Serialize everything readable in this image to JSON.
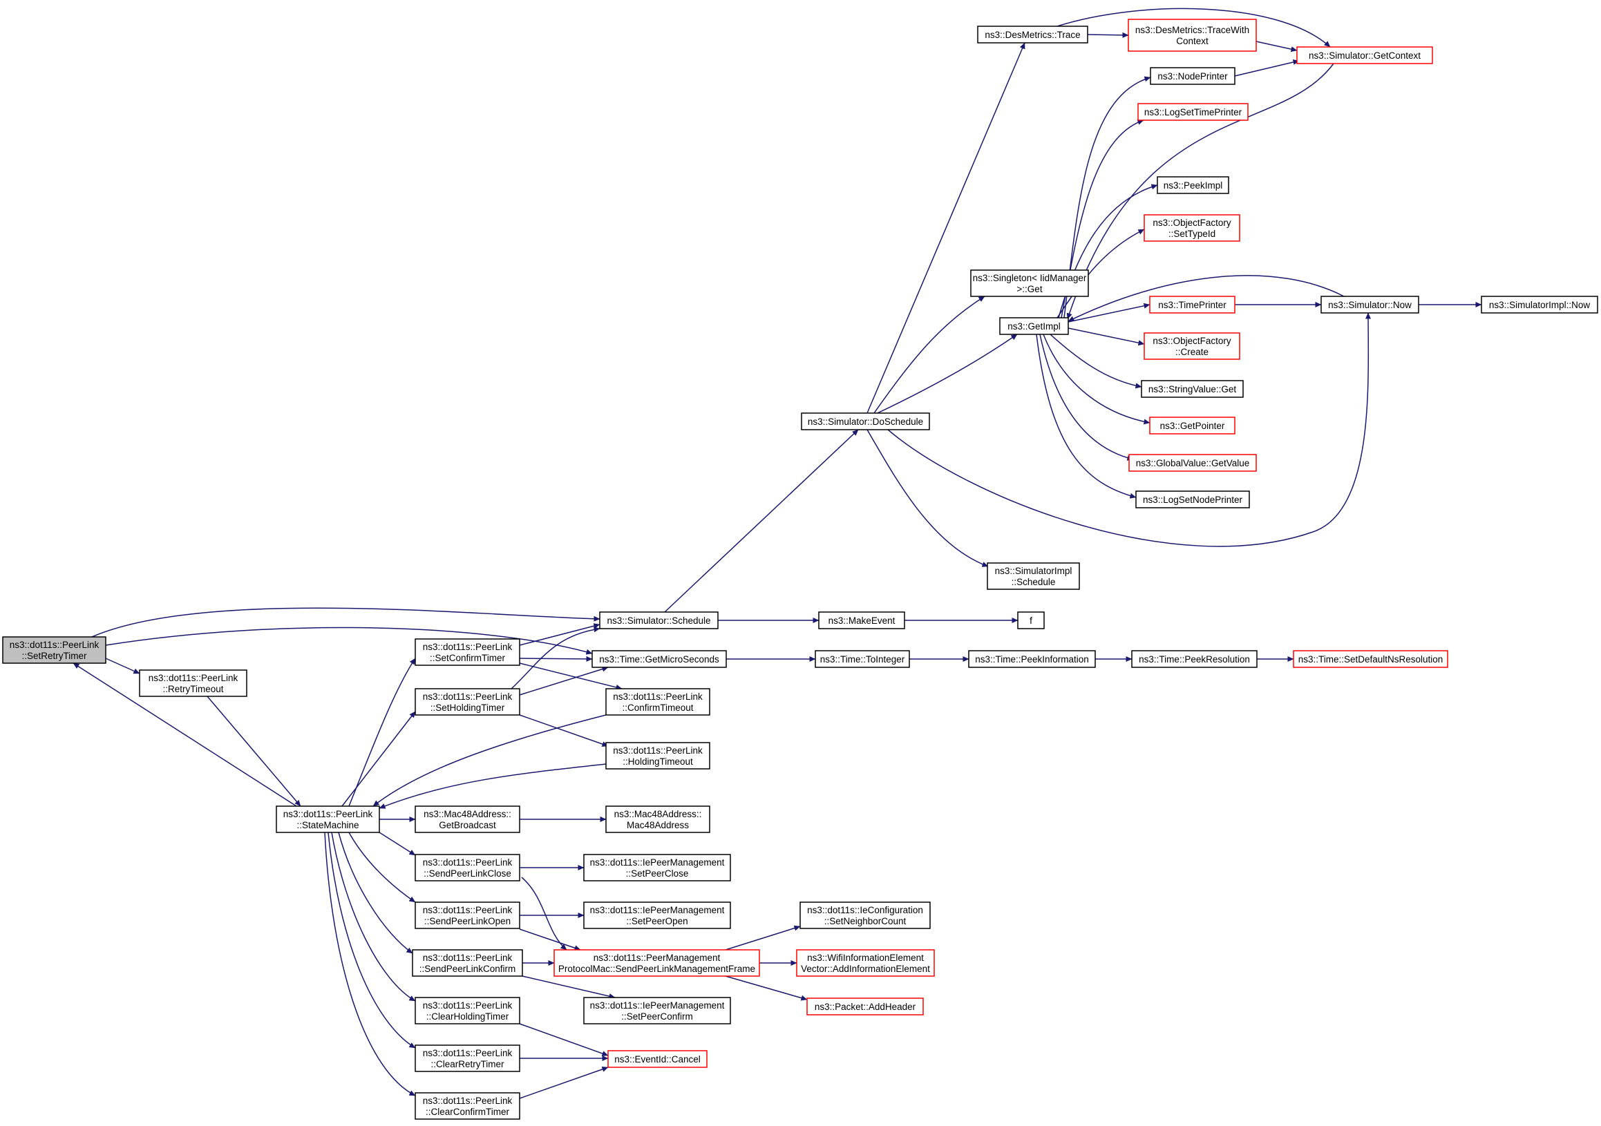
{
  "graph": {
    "nodes": {
      "SetRetryTimer": {
        "lines": [
          "ns3::dot11s::PeerLink",
          "::SetRetryTimer"
        ],
        "border": "black",
        "highlight": true
      },
      "RetryTimeout": {
        "lines": [
          "ns3::dot11s::PeerLink",
          "::RetryTimeout"
        ],
        "border": "black"
      },
      "StateMachine": {
        "lines": [
          "ns3::dot11s::PeerLink",
          "::StateMachine"
        ],
        "border": "black"
      },
      "SetConfirmTimer": {
        "lines": [
          "ns3::dot11s::PeerLink",
          "::SetConfirmTimer"
        ],
        "border": "black"
      },
      "SetHoldingTimer": {
        "lines": [
          "ns3::dot11s::PeerLink",
          "::SetHoldingTimer"
        ],
        "border": "black"
      },
      "ConfirmTimeout": {
        "lines": [
          "ns3::dot11s::PeerLink",
          "::ConfirmTimeout"
        ],
        "border": "black"
      },
      "HoldingTimeout": {
        "lines": [
          "ns3::dot11s::PeerLink",
          "::HoldingTimeout"
        ],
        "border": "black"
      },
      "GetBroadcast": {
        "lines": [
          "ns3::Mac48Address::",
          "GetBroadcast"
        ],
        "border": "black"
      },
      "Mac48Address": {
        "lines": [
          "ns3::Mac48Address::",
          "Mac48Address"
        ],
        "border": "black"
      },
      "SendPeerLinkClose": {
        "lines": [
          "ns3::dot11s::PeerLink",
          "::SendPeerLinkClose"
        ],
        "border": "black"
      },
      "SendPeerLinkOpen": {
        "lines": [
          "ns3::dot11s::PeerLink",
          "::SendPeerLinkOpen"
        ],
        "border": "black"
      },
      "SendPeerLinkConfirm": {
        "lines": [
          "ns3::dot11s::PeerLink",
          "::SendPeerLinkConfirm"
        ],
        "border": "black"
      },
      "ClearHoldingTimer": {
        "lines": [
          "ns3::dot11s::PeerLink",
          "::ClearHoldingTimer"
        ],
        "border": "black"
      },
      "ClearRetryTimer": {
        "lines": [
          "ns3::dot11s::PeerLink",
          "::ClearRetryTimer"
        ],
        "border": "black"
      },
      "ClearConfirmTimer": {
        "lines": [
          "ns3::dot11s::PeerLink",
          "::ClearConfirmTimer"
        ],
        "border": "black"
      },
      "SetPeerClose": {
        "lines": [
          "ns3::dot11s::IePeerManagement",
          "::SetPeerClose"
        ],
        "border": "black"
      },
      "SetPeerOpen": {
        "lines": [
          "ns3::dot11s::IePeerManagement",
          "::SetPeerOpen"
        ],
        "border": "black"
      },
      "SetPeerConfirm": {
        "lines": [
          "ns3::dot11s::IePeerManagement",
          "::SetPeerConfirm"
        ],
        "border": "black"
      },
      "SendPeerLinkMgmtFrame": {
        "lines": [
          "ns3::dot11s::PeerManagement",
          "ProtocolMac::SendPeerLinkManagementFrame"
        ],
        "border": "red"
      },
      "EventIdCancel": {
        "lines": [
          "ns3::EventId::Cancel"
        ],
        "border": "red"
      },
      "SetNeighborCount": {
        "lines": [
          "ns3::dot11s::IeConfiguration",
          "::SetNeighborCount"
        ],
        "border": "black"
      },
      "AddInformationElement": {
        "lines": [
          "ns3::WifiInformationElement",
          "Vector::AddInformationElement"
        ],
        "border": "red"
      },
      "AddHeader": {
        "lines": [
          "ns3::Packet::AddHeader"
        ],
        "border": "red"
      },
      "Schedule": {
        "lines": [
          "ns3::Simulator::Schedule"
        ],
        "border": "black"
      },
      "GetMicroSeconds": {
        "lines": [
          "ns3::Time::GetMicroSeconds"
        ],
        "border": "black"
      },
      "MakeEvent": {
        "lines": [
          "ns3::MakeEvent"
        ],
        "border": "black"
      },
      "f": {
        "lines": [
          "f"
        ],
        "border": "black"
      },
      "ToInteger": {
        "lines": [
          "ns3::Time::ToInteger"
        ],
        "border": "black"
      },
      "PeekInformation": {
        "lines": [
          "ns3::Time::PeekInformation"
        ],
        "border": "black"
      },
      "PeekResolution": {
        "lines": [
          "ns3::Time::PeekResolution"
        ],
        "border": "black"
      },
      "SetDefaultNsResolution": {
        "lines": [
          "ns3::Time::SetDefaultNsResolution"
        ],
        "border": "red"
      },
      "DoSchedule": {
        "lines": [
          "ns3::Simulator::DoSchedule"
        ],
        "border": "black"
      },
      "SimulatorImplSchedule": {
        "lines": [
          "ns3::SimulatorImpl",
          "::Schedule"
        ],
        "border": "black"
      },
      "DesMetricsTrace": {
        "lines": [
          "ns3::DesMetrics::Trace"
        ],
        "border": "black"
      },
      "TraceWithContext": {
        "lines": [
          "ns3::DesMetrics::TraceWith",
          "Context"
        ],
        "border": "red"
      },
      "GetContext": {
        "lines": [
          "ns3::Simulator::GetContext"
        ],
        "border": "red"
      },
      "SingletonGet": {
        "lines": [
          "ns3::Singleton< IidManager",
          ">::Get"
        ],
        "border": "black"
      },
      "GetImpl": {
        "lines": [
          "ns3::GetImpl"
        ],
        "border": "black"
      },
      "NodePrinter": {
        "lines": [
          "ns3::NodePrinter"
        ],
        "border": "black"
      },
      "LogSetTimePrinter": {
        "lines": [
          "ns3::LogSetTimePrinter"
        ],
        "border": "red"
      },
      "PeekImpl": {
        "lines": [
          "ns3::PeekImpl"
        ],
        "border": "black"
      },
      "ObjectFactorySetTypeId": {
        "lines": [
          "ns3::ObjectFactory",
          "::SetTypeId"
        ],
        "border": "red"
      },
      "TimePrinter": {
        "lines": [
          "ns3::TimePrinter"
        ],
        "border": "red"
      },
      "SimulatorNow": {
        "lines": [
          "ns3::Simulator::Now"
        ],
        "border": "black"
      },
      "SimulatorImplNow": {
        "lines": [
          "ns3::SimulatorImpl::Now"
        ],
        "border": "black"
      },
      "ObjectFactoryCreate": {
        "lines": [
          "ns3::ObjectFactory",
          "::Create"
        ],
        "border": "red"
      },
      "StringValueGet": {
        "lines": [
          "ns3::StringValue::Get"
        ],
        "border": "black"
      },
      "GetPointer": {
        "lines": [
          "ns3::GetPointer"
        ],
        "border": "red"
      },
      "GlobalValueGetValue": {
        "lines": [
          "ns3::GlobalValue::GetValue"
        ],
        "border": "red"
      },
      "LogSetNodePrinter": {
        "lines": [
          "ns3::LogSetNodePrinter"
        ],
        "border": "black"
      }
    },
    "edges": [
      [
        "SetRetryTimer",
        "RetryTimeout"
      ],
      [
        "SetRetryTimer",
        "Schedule"
      ],
      [
        "SetRetryTimer",
        "GetMicroSeconds"
      ],
      [
        "RetryTimeout",
        "StateMachine"
      ],
      [
        "StateMachine",
        "SetRetryTimer"
      ],
      [
        "StateMachine",
        "SetConfirmTimer"
      ],
      [
        "StateMachine",
        "SetHoldingTimer"
      ],
      [
        "StateMachine",
        "GetBroadcast"
      ],
      [
        "StateMachine",
        "SendPeerLinkClose"
      ],
      [
        "StateMachine",
        "SendPeerLinkOpen"
      ],
      [
        "StateMachine",
        "SendPeerLinkConfirm"
      ],
      [
        "StateMachine",
        "ClearHoldingTimer"
      ],
      [
        "StateMachine",
        "ClearRetryTimer"
      ],
      [
        "StateMachine",
        "ClearConfirmTimer"
      ],
      [
        "SetConfirmTimer",
        "Schedule"
      ],
      [
        "SetConfirmTimer",
        "GetMicroSeconds"
      ],
      [
        "SetConfirmTimer",
        "ConfirmTimeout"
      ],
      [
        "SetHoldingTimer",
        "Schedule"
      ],
      [
        "SetHoldingTimer",
        "GetMicroSeconds"
      ],
      [
        "SetHoldingTimer",
        "HoldingTimeout"
      ],
      [
        "ConfirmTimeout",
        "StateMachine"
      ],
      [
        "HoldingTimeout",
        "StateMachine"
      ],
      [
        "GetBroadcast",
        "Mac48Address"
      ],
      [
        "SendPeerLinkClose",
        "SetPeerClose"
      ],
      [
        "SendPeerLinkClose",
        "SendPeerLinkMgmtFrame"
      ],
      [
        "SendPeerLinkOpen",
        "SetPeerOpen"
      ],
      [
        "SendPeerLinkOpen",
        "SendPeerLinkMgmtFrame"
      ],
      [
        "SendPeerLinkConfirm",
        "SendPeerLinkMgmtFrame"
      ],
      [
        "SendPeerLinkConfirm",
        "SetPeerConfirm"
      ],
      [
        "ClearHoldingTimer",
        "EventIdCancel"
      ],
      [
        "ClearRetryTimer",
        "EventIdCancel"
      ],
      [
        "ClearConfirmTimer",
        "EventIdCancel"
      ],
      [
        "SendPeerLinkMgmtFrame",
        "SetNeighborCount"
      ],
      [
        "SendPeerLinkMgmtFrame",
        "AddInformationElement"
      ],
      [
        "SendPeerLinkMgmtFrame",
        "AddHeader"
      ],
      [
        "Schedule",
        "DoSchedule"
      ],
      [
        "Schedule",
        "MakeEvent"
      ],
      [
        "MakeEvent",
        "f"
      ],
      [
        "GetMicroSeconds",
        "ToInteger"
      ],
      [
        "ToInteger",
        "PeekInformation"
      ],
      [
        "PeekInformation",
        "PeekResolution"
      ],
      [
        "PeekResolution",
        "SetDefaultNsResolution"
      ],
      [
        "DoSchedule",
        "DesMetricsTrace"
      ],
      [
        "DoSchedule",
        "SingletonGet"
      ],
      [
        "DoSchedule",
        "GetImpl"
      ],
      [
        "DoSchedule",
        "SimulatorImplSchedule"
      ],
      [
        "DoSchedule",
        "SimulatorNow"
      ],
      [
        "DesMetricsTrace",
        "TraceWithContext"
      ],
      [
        "DesMetricsTrace",
        "GetContext"
      ],
      [
        "TraceWithContext",
        "GetContext"
      ],
      [
        "GetContext",
        "GetImpl"
      ],
      [
        "GetImpl",
        "NodePrinter"
      ],
      [
        "GetImpl",
        "LogSetTimePrinter"
      ],
      [
        "GetImpl",
        "PeekImpl"
      ],
      [
        "GetImpl",
        "ObjectFactorySetTypeId"
      ],
      [
        "GetImpl",
        "TimePrinter"
      ],
      [
        "GetImpl",
        "ObjectFactoryCreate"
      ],
      [
        "GetImpl",
        "StringValueGet"
      ],
      [
        "GetImpl",
        "GetPointer"
      ],
      [
        "GetImpl",
        "GlobalValueGetValue"
      ],
      [
        "GetImpl",
        "LogSetNodePrinter"
      ],
      [
        "NodePrinter",
        "GetContext"
      ],
      [
        "TimePrinter",
        "SimulatorNow"
      ],
      [
        "SimulatorNow",
        "GetImpl"
      ],
      [
        "SimulatorNow",
        "SimulatorImplNow"
      ]
    ]
  },
  "colors": {
    "edge": "#191970",
    "red_border": "#ff0000",
    "black_border": "#000000",
    "highlight_fill": "#bfbfbf"
  }
}
